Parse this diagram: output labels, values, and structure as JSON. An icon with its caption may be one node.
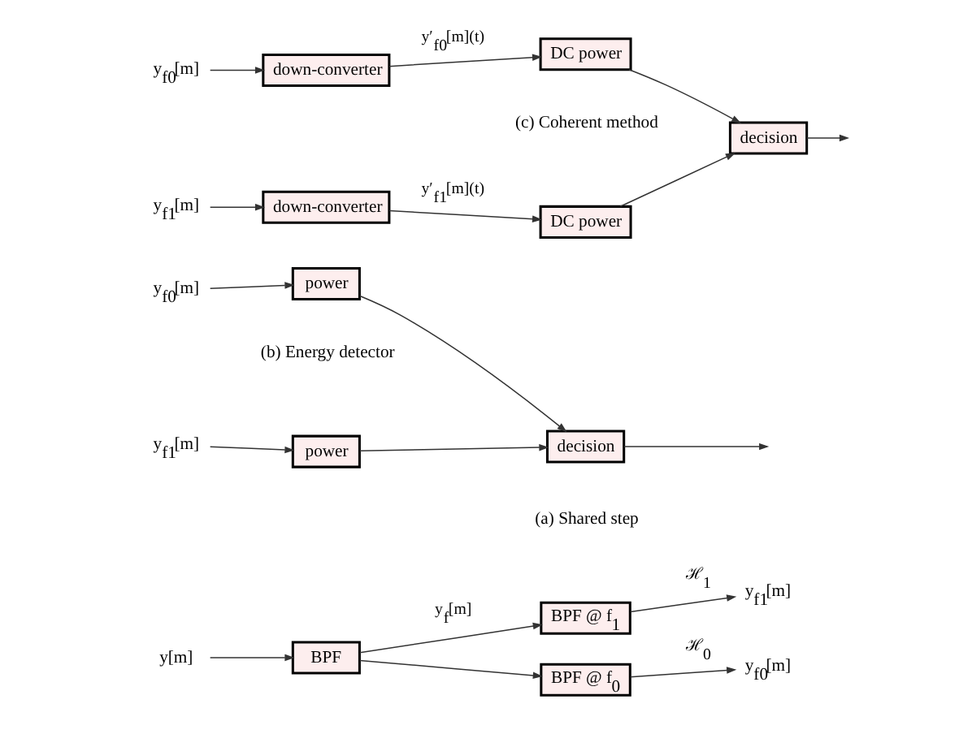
{
  "diagram": {
    "nodes": [
      {
        "text": [
          "y[m]"
        ]
      },
      {
        "text": [
          "BPF"
        ]
      },
      {
        "text": [
          "BPF @ f$_{0}$"
        ]
      },
      {
        "text": [
          "BPF @ f$_{1}$"
        ]
      },
      {
        "text": [
          "y$_{f0}$[m]"
        ]
      },
      {
        "text": [
          "y$_{f1}$[m]"
        ]
      },
      {
        "text": [
          "y$_{f0}$[m]"
        ]
      },
      {
        "text": [
          "power"
        ]
      },
      {
        "text": [
          "y$_{f1}$[m]"
        ]
      },
      {
        "text": [
          "power"
        ]
      },
      {
        "text": [
          "decision"
        ]
      },
      {
        "text": [
          "y$_{f0}$[m]"
        ]
      },
      {
        "text": [
          "down-converter"
        ]
      },
      {
        "text": [
          "DC power"
        ]
      },
      {
        "text": [
          "y$_{f1}$[m]"
        ]
      },
      {
        "text": [
          "down-converter"
        ]
      },
      {
        "text": [
          "DC power"
        ]
      },
      {
        "text": [
          "decision"
        ]
      }
    ],
    "edges": [
      {
        "from": 0,
        "to": 1,
        "arrow": "to"
      },
      {
        "from": 1,
        "to": 2,
        "arrow": "to"
      },
      {
        "from": 1,
        "to": 3,
        "arrow": "to",
        "label": "y$_{f}$[m]"
      },
      {
        "from": 2,
        "to": 4,
        "arrow": "to",
        "label": "ℋ$_{0}$"
      },
      {
        "from": 3,
        "to": 5,
        "arrow": "to",
        "label": "ℋ$_{1}$"
      },
      {
        "from": 6,
        "to": 7,
        "arrow": "to"
      },
      {
        "from": 8,
        "to": 9,
        "arrow": "to"
      },
      {
        "from": 7,
        "to": 10,
        "arrow": "to"
      },
      {
        "from": 9,
        "to": 10,
        "arrow": "to"
      },
      {
        "from": 10,
        "to": null,
        "arrow": "to"
      },
      {
        "from": 11,
        "to": 12,
        "arrow": "to"
      },
      {
        "from": 12,
        "to": 13,
        "arrow": "to",
        "label": "y′$_{f0}$[m](t)"
      },
      {
        "from": 13,
        "to": 17,
        "arrow": "to"
      },
      {
        "from": 14,
        "to": 15,
        "arrow": "to"
      },
      {
        "from": 15,
        "to": 16,
        "arrow": "to",
        "label": "y′$_{f1}$[m](t)"
      },
      {
        "from": 16,
        "to": 17,
        "arrow": "to"
      },
      {
        "from": 17,
        "to": null,
        "arrow": "to"
      }
    ],
    "labels": [
      "(a) Shared step",
      "(b) Energy detector",
      "(c) Coherent method"
    ]
  }
}
